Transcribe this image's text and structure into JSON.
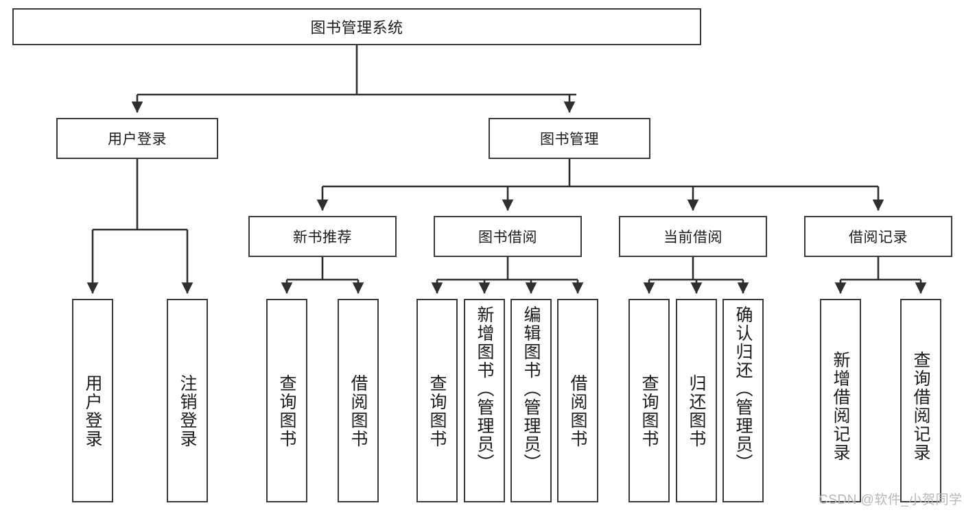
{
  "diagram": {
    "title": "图书管理系统",
    "type": "tree",
    "watermark": "CSDN @软件_小贺同学",
    "colors": {
      "node_border": "#3a3a3a",
      "node_fill": "#ffffff",
      "edge": "#2e2e2e",
      "text": "#1b1b1b",
      "watermark": "#b7b7b7",
      "background": "#ffffff"
    },
    "root": {
      "label": "图书管理系统"
    },
    "level2": [
      {
        "label": "用户登录"
      },
      {
        "label": "图书管理"
      }
    ],
    "level3": [
      {
        "label": "新书推荐"
      },
      {
        "label": "图书借阅"
      },
      {
        "label": "当前借阅"
      },
      {
        "label": "借阅记录"
      }
    ],
    "leaves": {
      "user_login": [
        {
          "label": "用户登录"
        },
        {
          "label": "注销登录"
        }
      ],
      "new_book_recommend": [
        {
          "label": "查询图书"
        },
        {
          "label": "借阅图书"
        }
      ],
      "book_borrow": [
        {
          "label": "查询图书"
        },
        {
          "label": "新增图书（管理员）"
        },
        {
          "label": "编辑图书（管理员）"
        },
        {
          "label": "借阅图书"
        }
      ],
      "current_borrow": [
        {
          "label": "查询图书"
        },
        {
          "label": "归还图书"
        },
        {
          "label": "确认归还（管理员）"
        }
      ],
      "borrow_record": [
        {
          "label": "新增借阅记录"
        },
        {
          "label": "查询借阅记录"
        }
      ]
    }
  }
}
